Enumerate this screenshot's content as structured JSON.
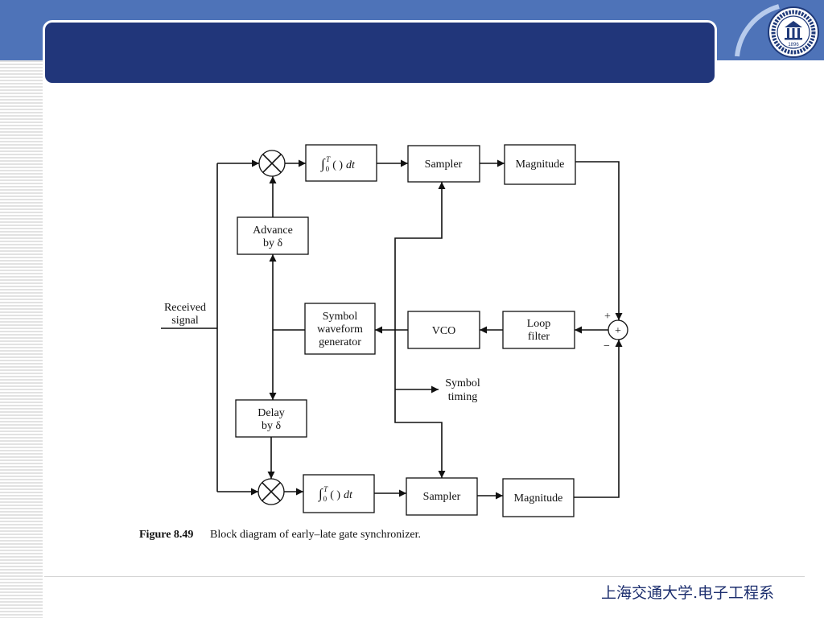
{
  "slide": {
    "colors": {
      "header_band": "#4e73b8",
      "title_bar": "#21367a",
      "footer_text": "#1c2e6e"
    },
    "logo": {
      "icon": "university-seal-icon",
      "year": "1896"
    },
    "footer": "上海交通大学.电子工程系"
  },
  "diagram": {
    "received_signal": [
      "Received",
      "signal"
    ],
    "advance": [
      "Advance",
      "by δ"
    ],
    "delay": [
      "Delay",
      "by δ"
    ],
    "integrator": {
      "symbol": "∫",
      "lower": "0",
      "upper": "T",
      "operand": "( )",
      "variable": "dt"
    },
    "sampler": "Sampler",
    "magnitude": "Magnitude",
    "symbol_waveform_generator": [
      "Symbol",
      "waveform",
      "generator"
    ],
    "vco": "VCO",
    "loop_filter": [
      "Loop",
      "filter"
    ],
    "symbol_timing": [
      "Symbol",
      "timing"
    ],
    "summer": {
      "center": "+",
      "plus_input": "+",
      "minus_input": "−"
    }
  },
  "caption": {
    "label": "Figure 8.49",
    "text": "Block diagram of early–late gate synchronizer."
  }
}
